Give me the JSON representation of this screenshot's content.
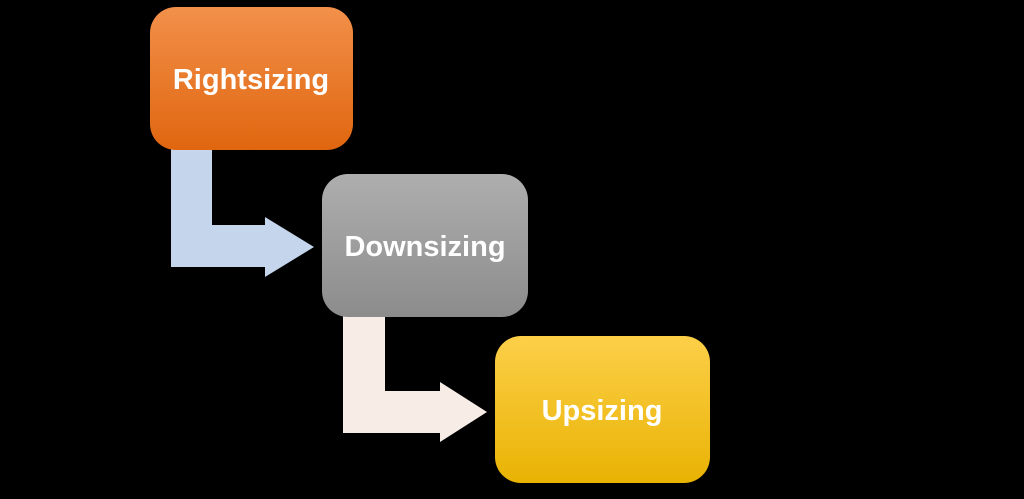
{
  "canvas": {
    "background": "#000000"
  },
  "nodes": [
    {
      "id": "rightsizing",
      "label": "Rightsizing",
      "fill_top": "#f2904a",
      "fill_bottom": "#e0660f",
      "text_color": "#ffffff"
    },
    {
      "id": "downsizing",
      "label": "Downsizing",
      "fill_top": "#aeaeae",
      "fill_bottom": "#8c8c8c",
      "text_color": "#ffffff"
    },
    {
      "id": "upsizing",
      "label": "Upsizing",
      "fill_top": "#fccf49",
      "fill_bottom": "#e9b303",
      "text_color": "#ffffff"
    }
  ],
  "connectors": [
    {
      "id": "rightsizing-to-downsizing",
      "shape": "bent-arrow-down-right",
      "color": "#c4d5ec"
    },
    {
      "id": "downsizing-to-upsizing",
      "shape": "bent-arrow-down-right",
      "color": "#f8ece7"
    }
  ]
}
